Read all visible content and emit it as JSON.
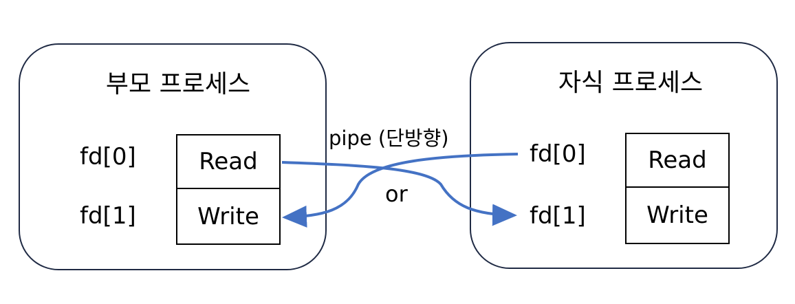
{
  "parent": {
    "title": "부모 프로세스",
    "fd0": "fd[0]",
    "fd1": "fd[1]",
    "read": "Read",
    "write": "Write"
  },
  "child": {
    "title": "자식 프로세스",
    "fd0": "fd[0]",
    "fd1": "fd[1]",
    "read": "Read",
    "write": "Write"
  },
  "pipe_label": "pipe (단방향)",
  "or_label": "or",
  "colors": {
    "arrow": "#4472c4",
    "border": "#1f2a44"
  }
}
